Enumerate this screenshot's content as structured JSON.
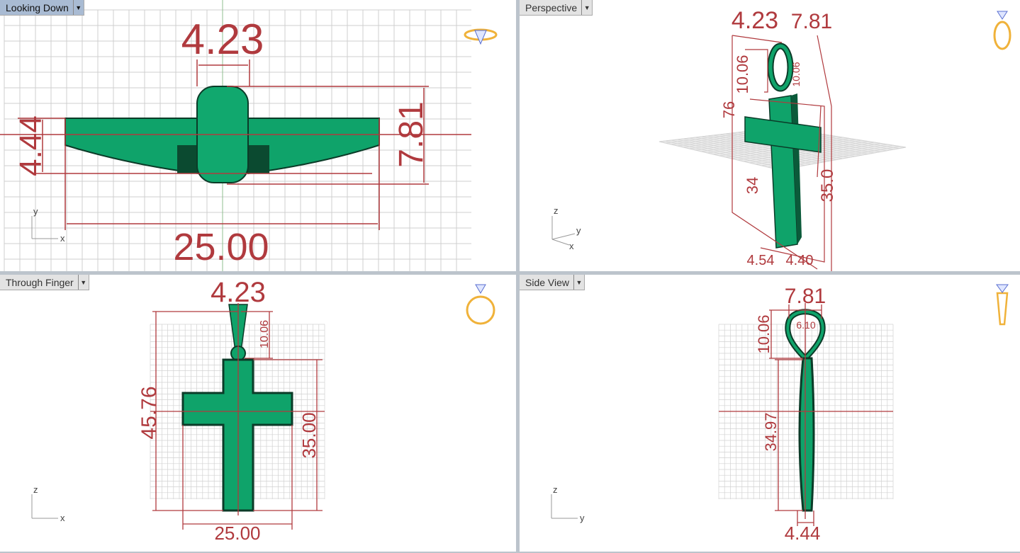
{
  "colors": {
    "model_green": "#0fa36a",
    "dimension_red": "#b03a3e",
    "active_label": "#a9bbd3"
  },
  "viewports": {
    "top_left": {
      "label": "Looking Down",
      "active": true,
      "dims": {
        "top": "4.23",
        "right": "7.81",
        "left": "4.44",
        "bottom": "25.00"
      },
      "axes": {
        "v": "y",
        "h": "x"
      },
      "icon": "ring-top-view-icon"
    },
    "top_right": {
      "label": "Perspective",
      "dims": {
        "top_a": "4.23",
        "top_b": "7.81",
        "bail": "10.06",
        "bail_b": "10.06",
        "height": "76",
        "lower_a": "34",
        "lower_b": "35.0",
        "bottom_a": "4.54",
        "bottom_b": "4.40"
      },
      "axes": {
        "v": "z",
        "h": "y",
        "d": "x"
      },
      "icon": "ring-perspective-icon"
    },
    "bottom_left": {
      "label": "Through Finger",
      "dims": {
        "top": "4.23",
        "total_height": "45.76",
        "bail": "10.06",
        "body": "35.00",
        "width": "25.00"
      },
      "axes": {
        "v": "z",
        "h": "x"
      },
      "icon": "ring-front-icon"
    },
    "bottom_right": {
      "label": "Side View",
      "dims": {
        "top": "7.81",
        "inner": "6.10",
        "bail": "10.06",
        "body": "34.97",
        "bottom": "4.44"
      },
      "axes": {
        "v": "z",
        "h": "y"
      },
      "icon": "ring-side-icon"
    }
  }
}
